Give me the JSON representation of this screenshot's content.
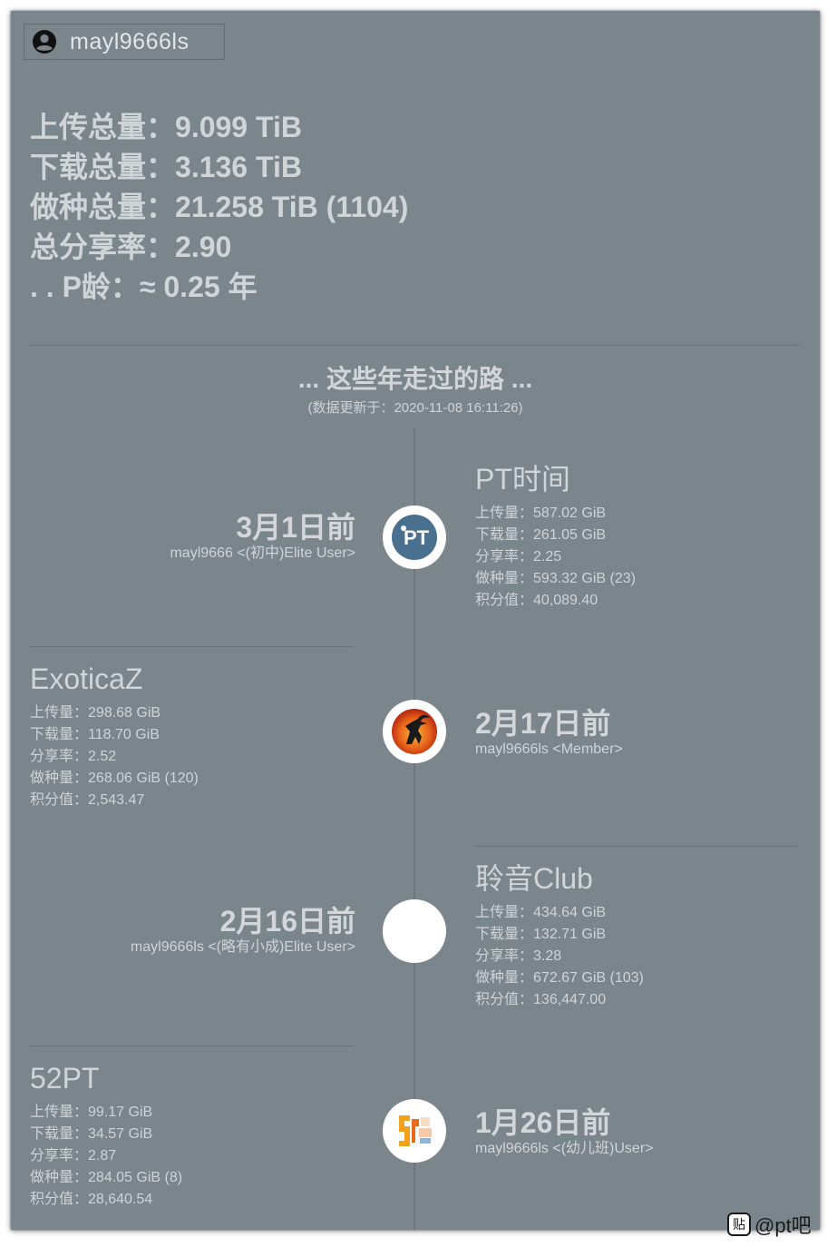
{
  "user": {
    "icon": "user-circle-icon",
    "name": "mayl9666ls"
  },
  "stats": [
    {
      "label": "上传总量：",
      "value": "9.099 TiB"
    },
    {
      "label": "下载总量：",
      "value": "3.136 TiB"
    },
    {
      "label": "做种总量：",
      "value": "21.258 TiB (1104)"
    },
    {
      "label": "总分享率：",
      "value": "2.90"
    },
    {
      "label": ". . P龄：",
      "value": "≈ 0.25 年"
    }
  ],
  "timeline": {
    "title": "... 这些年走过的路 ...",
    "updated": "(数据更新于：2020-11-08 16:11:26)",
    "entries": [
      {
        "site": "PT时间",
        "date": "3月1日前",
        "who": "mayl9666   <(初中)Elite User>",
        "logo": "pt-time-logo",
        "logo_text": "PT",
        "stats": [
          {
            "label": "上传量：",
            "value": "587.02 GiB"
          },
          {
            "label": "下载量：",
            "value": "261.05 GiB"
          },
          {
            "label": "分享率：",
            "value": "2.25"
          },
          {
            "label": "做种量：",
            "value": "593.32 GiB (23)"
          },
          {
            "label": "积分值：",
            "value": "40,089.40"
          }
        ]
      },
      {
        "site": "ExoticaZ",
        "date": "2月17日前",
        "who": "mayl9666ls   <Member>",
        "logo": "exoticaz-logo",
        "stats": [
          {
            "label": "上传量：",
            "value": "298.68 GiB"
          },
          {
            "label": "下载量：",
            "value": "118.70 GiB"
          },
          {
            "label": "分享率：",
            "value": "2.52"
          },
          {
            "label": "做种量：",
            "value": "268.06 GiB (120)"
          },
          {
            "label": "积分值：",
            "value": "2,543.47"
          }
        ]
      },
      {
        "site": "聆音Club",
        "date": "2月16日前",
        "who": "mayl9666ls   <(略有小成)Elite User>",
        "logo": "lingyin-blank-logo",
        "stats": [
          {
            "label": "上传量：",
            "value": "434.64 GiB"
          },
          {
            "label": "下载量：",
            "value": "132.71 GiB"
          },
          {
            "label": "分享率：",
            "value": "3.28"
          },
          {
            "label": "做种量：",
            "value": "672.67 GiB (103)"
          },
          {
            "label": "积分值：",
            "value": "136,447.00"
          }
        ]
      },
      {
        "site": "52PT",
        "date": "1月26日前",
        "who": "mayl9666ls   <(幼儿班)User>",
        "logo": "52pt-logo",
        "stats": [
          {
            "label": "上传量：",
            "value": "99.17 GiB"
          },
          {
            "label": "下载量：",
            "value": "34.57 GiB"
          },
          {
            "label": "分享率：",
            "value": "2.87"
          },
          {
            "label": "做种量：",
            "value": "284.05 GiB (8)"
          },
          {
            "label": "积分值：",
            "value": "28,640.54"
          }
        ]
      }
    ]
  },
  "watermark": {
    "icon_text": "贴",
    "text": "@pt吧"
  },
  "colors": {
    "background": "#7a868b",
    "text": "#d0d5d8",
    "divider": "#67747a",
    "circle": "#ffffff"
  }
}
